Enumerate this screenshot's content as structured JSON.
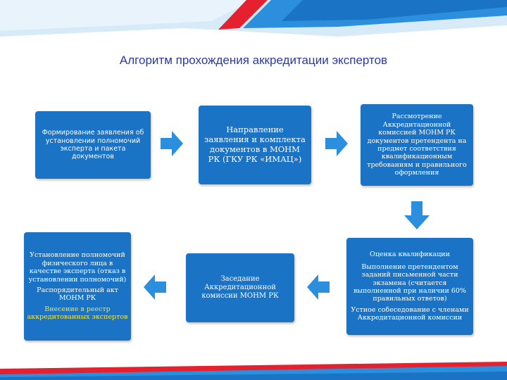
{
  "slide": {
    "title": "Алгоритм прохождения аккредитации экспертов",
    "colors": {
      "box_blue": "#1a73c4",
      "arrow_blue": "#2b8fde",
      "title_blue": "#2a3a9e",
      "banner_red": "#e5202f",
      "highlight_yellow": "#f5e43c"
    }
  },
  "diagram": {
    "steps": [
      {
        "id": "step1",
        "text": "Формирование заявления об установлении полномочий эксперта и пакета документов"
      },
      {
        "id": "step2",
        "text": "Направление заявления и комплекта документов в МОНМ РК (ГКУ РК «ИМАЦ»)"
      },
      {
        "id": "step3",
        "text": "Рассмотрение Аккредитационной комиссией МОНМ РК документов претендента на предмет соответствия квалификационным требованиям и правильного оформления"
      },
      {
        "id": "step4",
        "heading": "Оценка квалификации",
        "p1": "Выполнение претендентом заданий письменной части экзамена (считается выполненной при наличии 60% правильных ответов)",
        "p2": "Устное собеседование с членами Аккредитационной комиссии"
      },
      {
        "id": "step5",
        "text": "Заседание Аккредитационной комиссии МОНМ РК"
      },
      {
        "id": "step6",
        "p1": "Установление полномочий физического лица в качестве эксперта (отказ в установлении полномочий)",
        "p2": "Распорядительный акт МОНМ РК",
        "p3": "Внесение в реестр аккредитованных экспертов"
      }
    ],
    "arrows": [
      {
        "from": "step1",
        "to": "step2",
        "direction": "right"
      },
      {
        "from": "step2",
        "to": "step3",
        "direction": "right"
      },
      {
        "from": "step3",
        "to": "step4",
        "direction": "down"
      },
      {
        "from": "step4",
        "to": "step5",
        "direction": "left"
      },
      {
        "from": "step5",
        "to": "step6",
        "direction": "left"
      }
    ]
  }
}
